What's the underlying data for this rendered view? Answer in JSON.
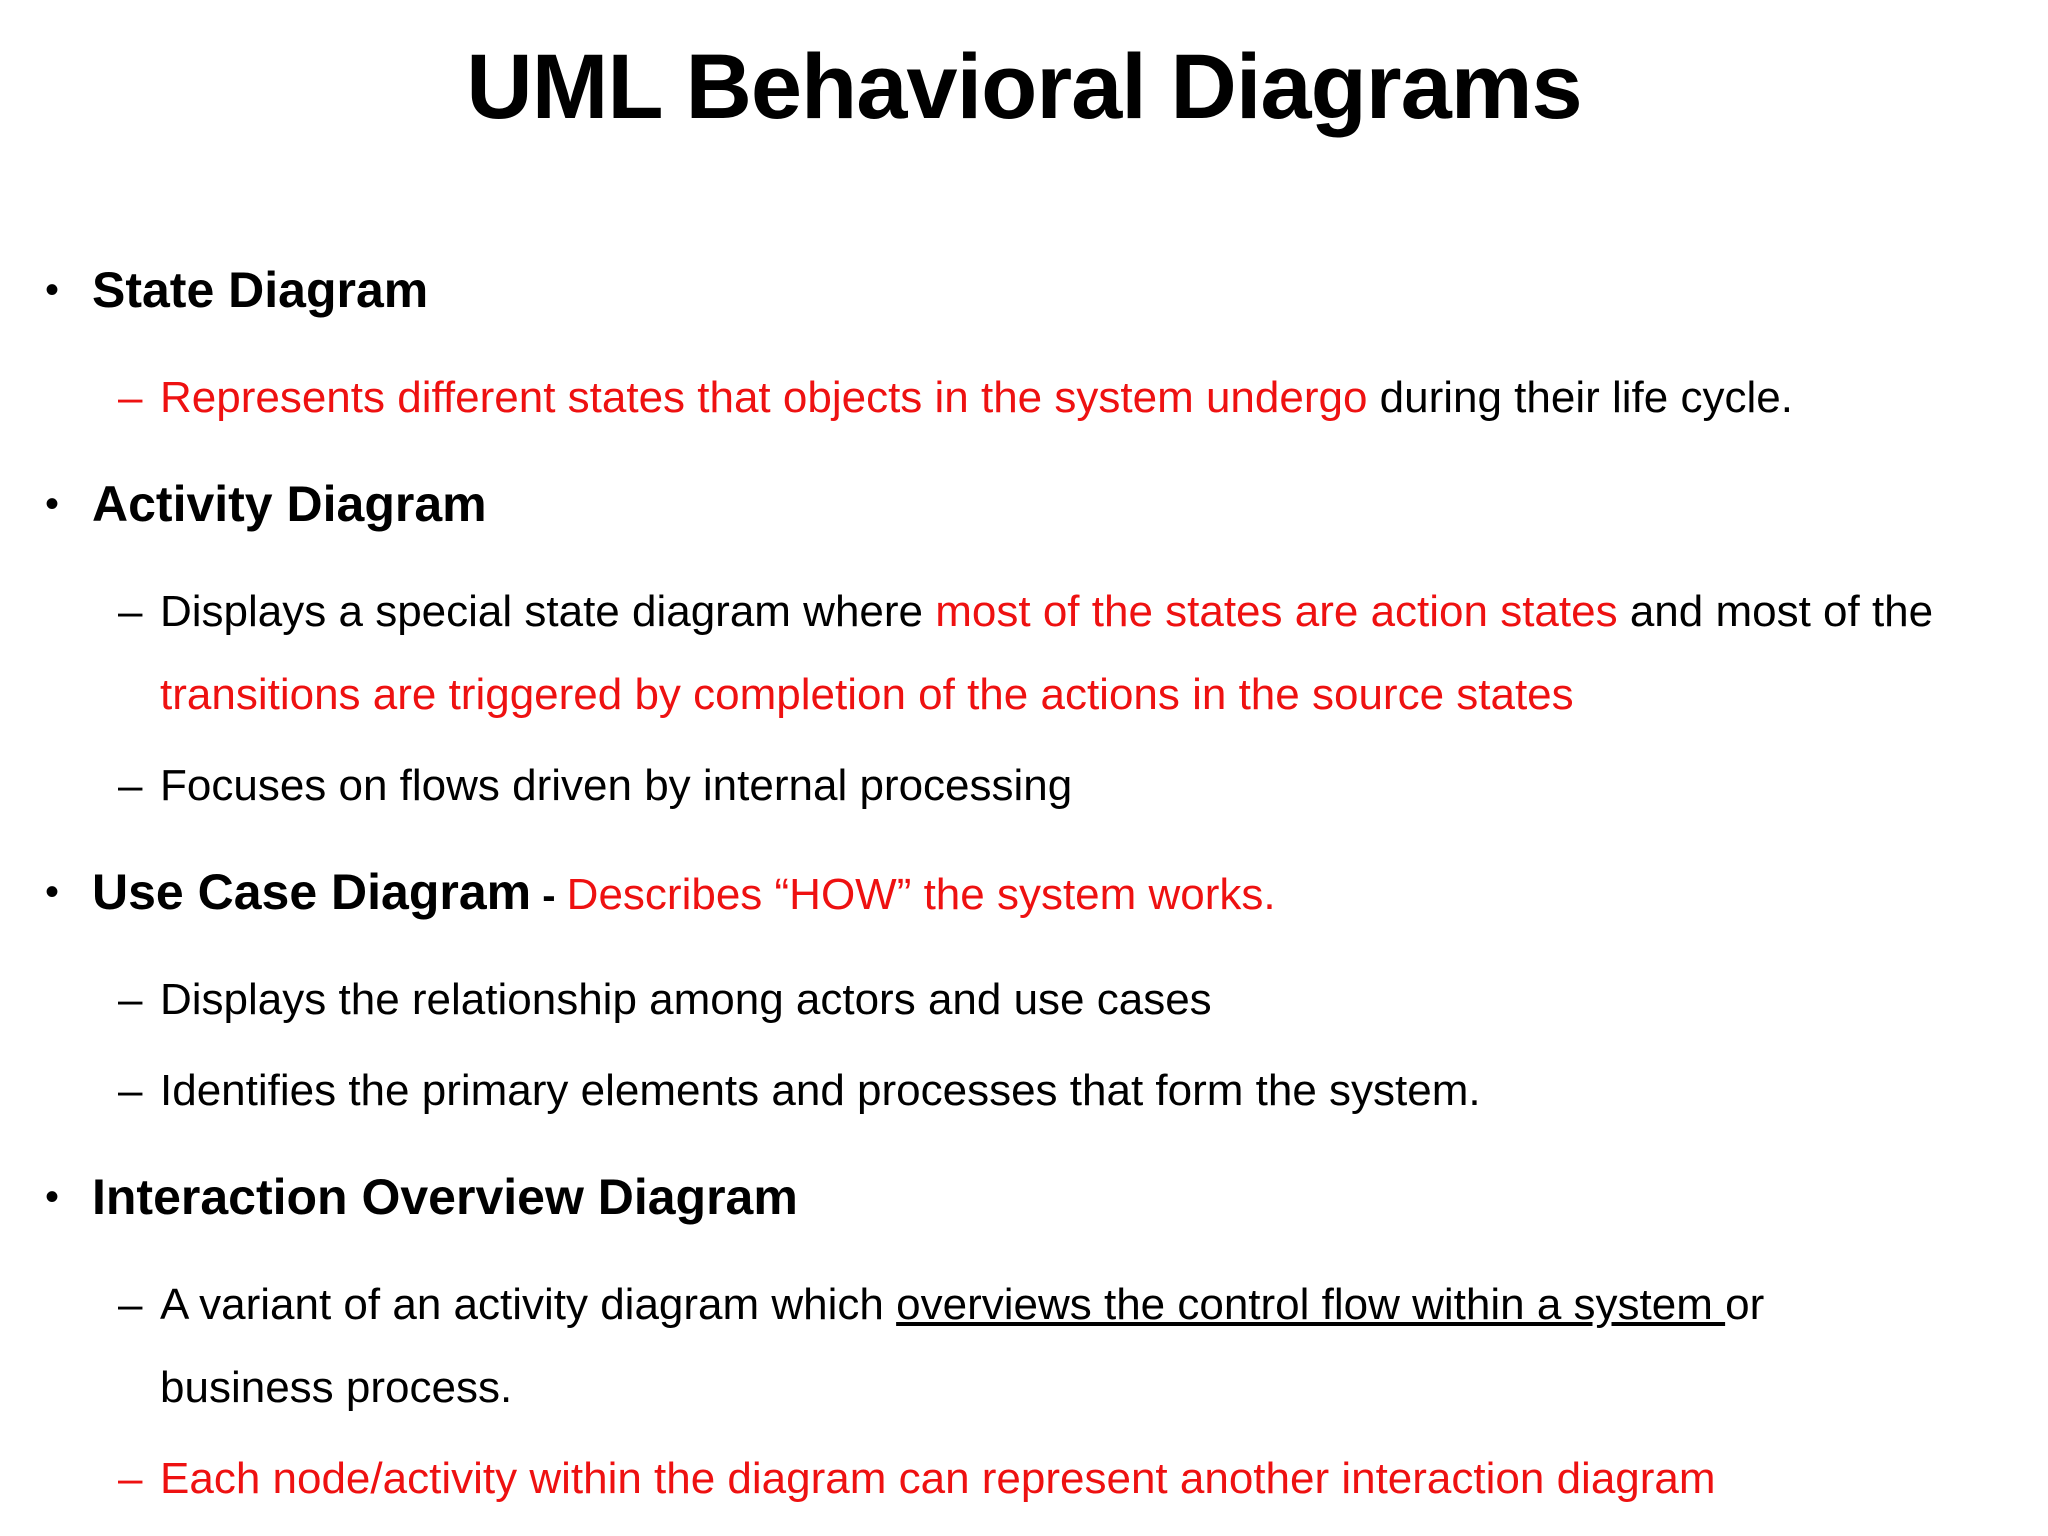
{
  "title": "UML Behavioral Diagrams",
  "colors": {
    "red": "#ee1111",
    "black": "#000000",
    "background": "#ffffff"
  },
  "markers": {
    "bullet_glyph": "•",
    "dash_glyph": "–"
  },
  "bullets": [
    {
      "heading": "State Diagram",
      "sub_items": [
        {
          "dash_color": "red",
          "segments": [
            {
              "text": "Represents different states that objects in the system undergo",
              "color": "red"
            },
            {
              "text": " during their life cycle.",
              "color": "black"
            }
          ]
        }
      ]
    },
    {
      "heading": "Activity Diagram",
      "sub_items": [
        {
          "dash_color": "black",
          "segments": [
            {
              "text": "Displays a special state diagram where ",
              "color": "black"
            },
            {
              "text": "most of the states are action states",
              "color": "red"
            },
            {
              "text": " and most of the ",
              "color": "black"
            },
            {
              "text": "transitions are triggered by completion of the actions in the source states",
              "color": "red"
            }
          ]
        },
        {
          "dash_color": "black",
          "segments": [
            {
              "text": "Focuses on flows driven by internal processing",
              "color": "black"
            }
          ]
        }
      ]
    },
    {
      "heading": "Use Case Diagram",
      "heading_suffix": {
        "dash": " - ",
        "text": "Describes “HOW” the system works.",
        "color": "red"
      },
      "sub_items": [
        {
          "dash_color": "black",
          "segments": [
            {
              "text": "Displays the relationship among actors and use cases",
              "color": "black"
            }
          ]
        },
        {
          "dash_color": "black",
          "segments": [
            {
              "text": "Identifies the primary elements and processes that form the system.",
              "color": "black"
            }
          ]
        }
      ]
    },
    {
      "heading": "Interaction Overview Diagram",
      "sub_items": [
        {
          "dash_color": "black",
          "segments": [
            {
              "text": "A variant of an activity diagram which ",
              "color": "black"
            },
            {
              "text": "overviews the control flow within a system ",
              "color": "black",
              "underline": true
            },
            {
              "text": "or business process.",
              "color": "black"
            }
          ]
        },
        {
          "dash_color": "red",
          "segments": [
            {
              "text": "Each node/activity within the diagram can represent another interaction diagram",
              "color": "red"
            }
          ]
        }
      ]
    }
  ]
}
